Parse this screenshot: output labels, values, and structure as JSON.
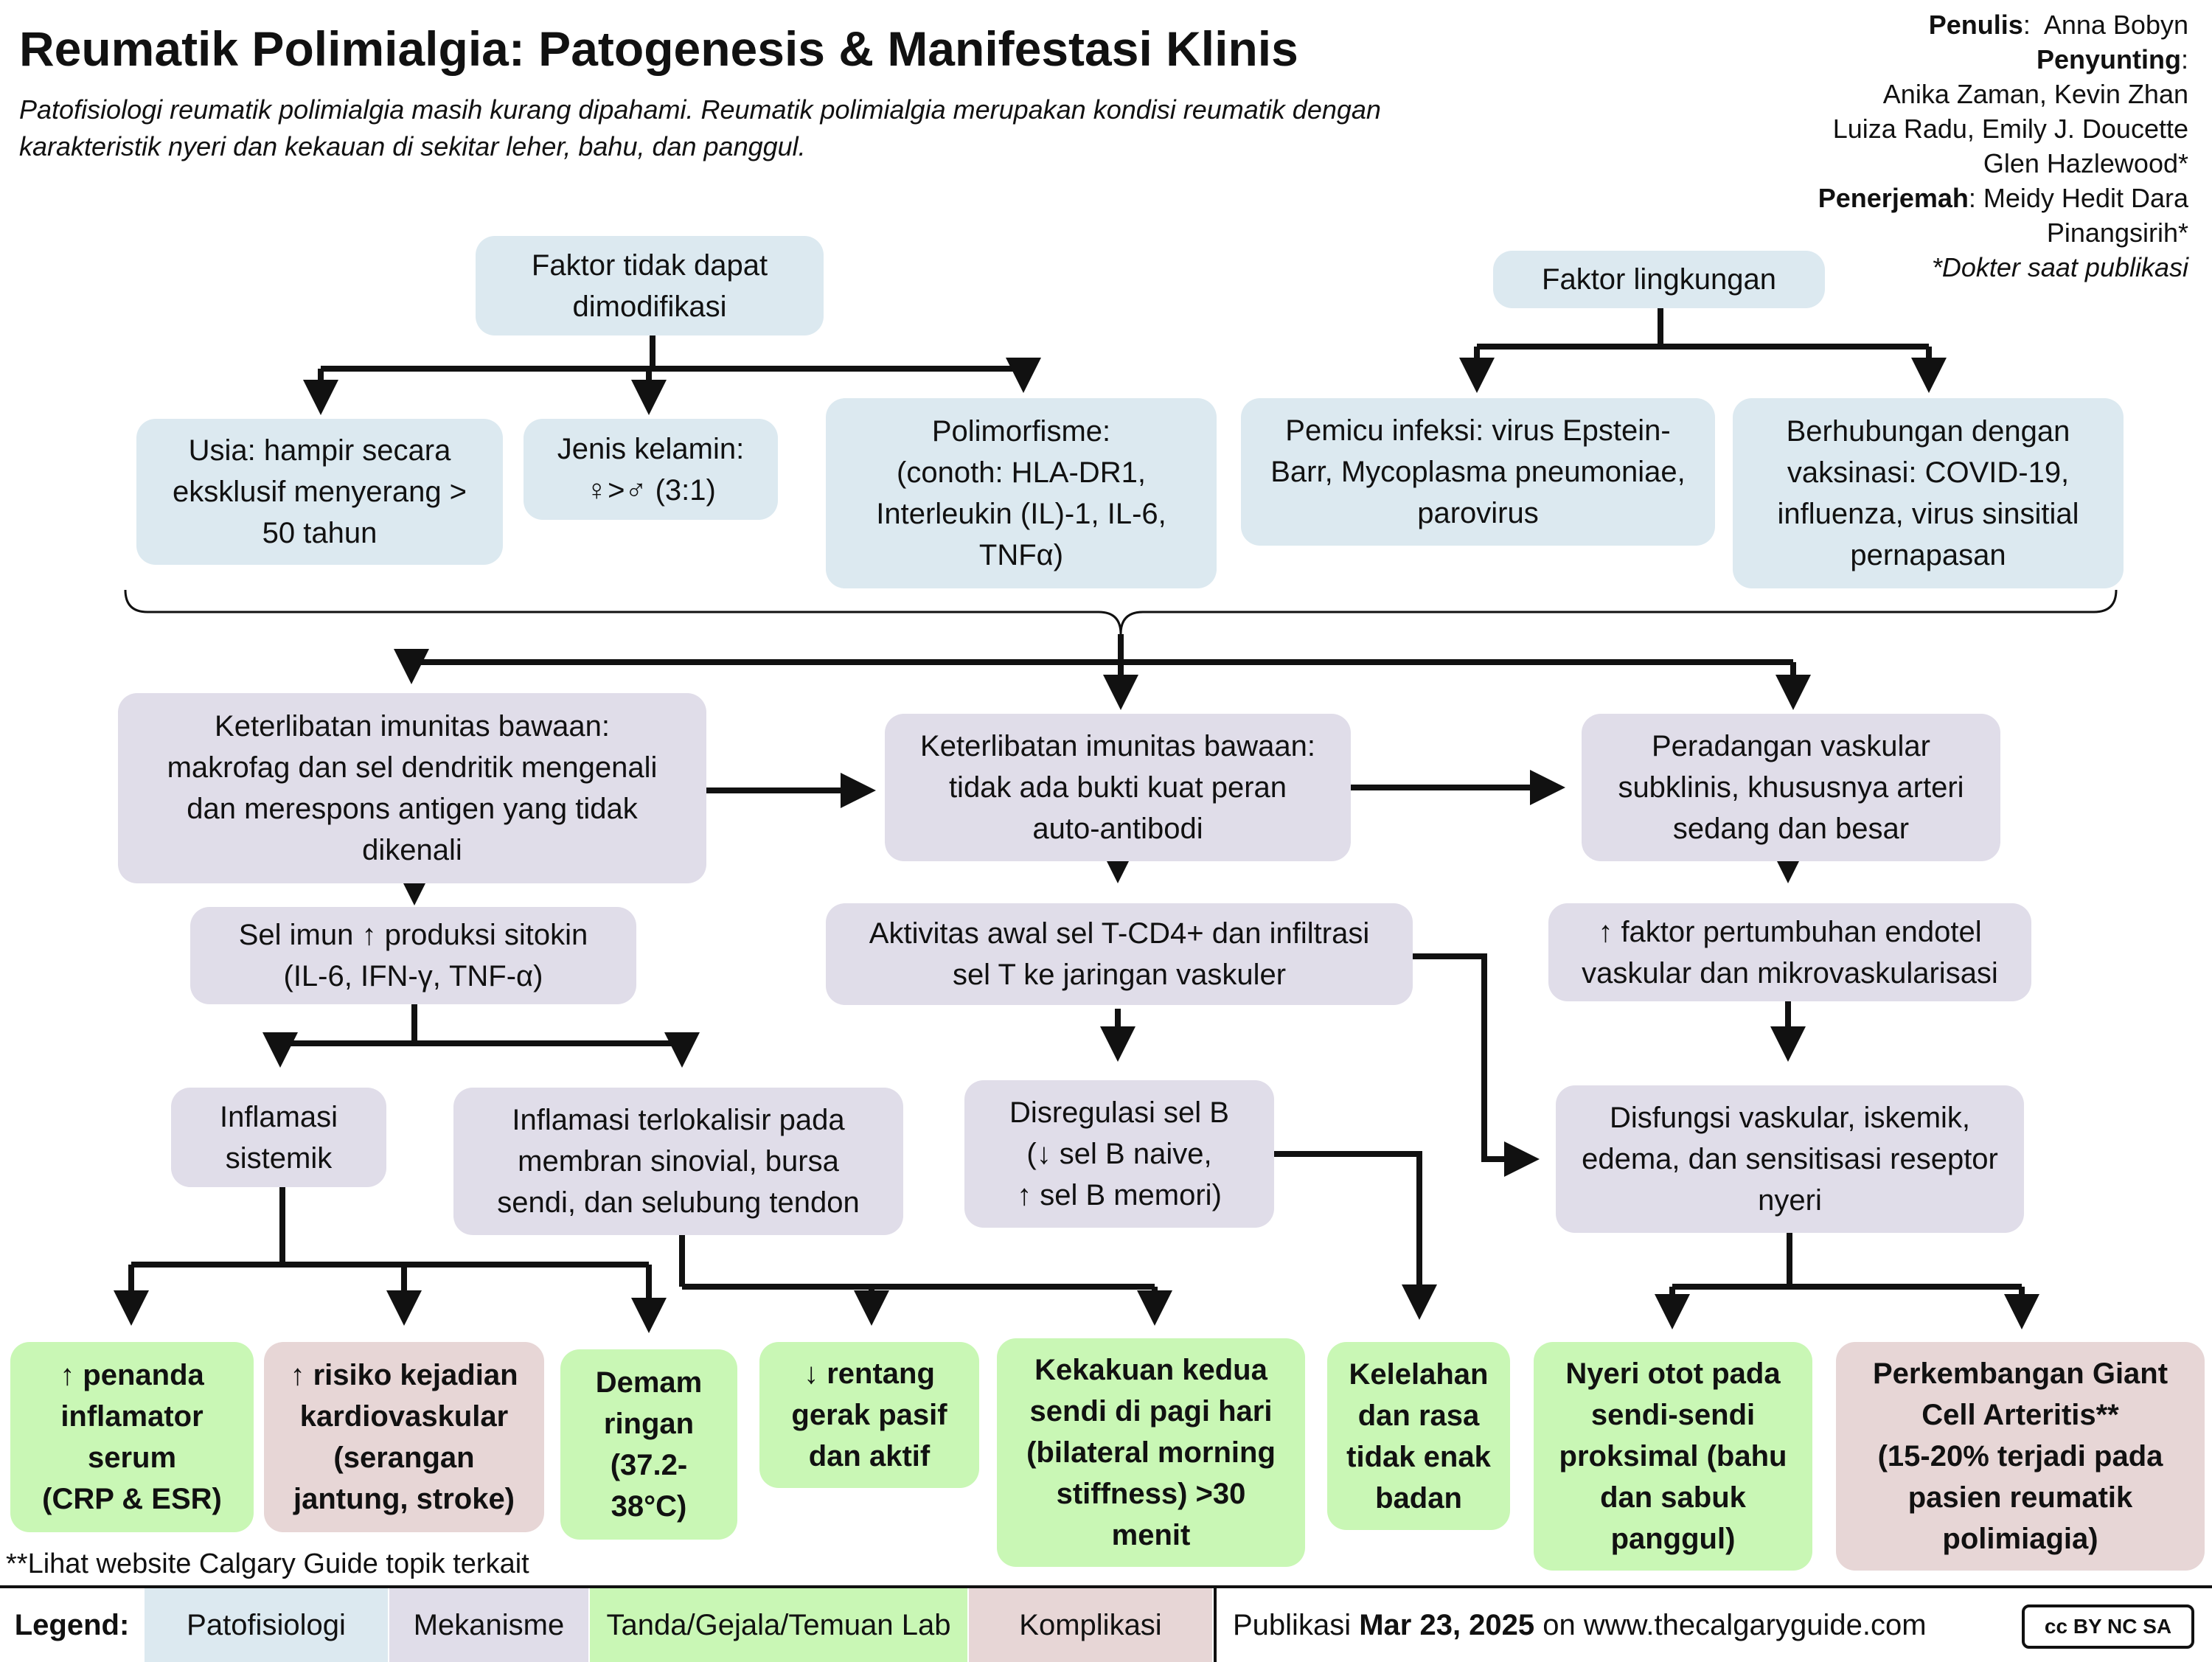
{
  "header": {
    "title": "Reumatik Polimialgia: Patogenesis & Manifestasi Klinis",
    "subtitle": "Patofisiologi reumatik polimialgia masih kurang dipahami. Reumatik polimialgia merupakan kondisi reumatik dengan karakteristik nyeri dan kekauan di sekitar leher, bahu, dan panggul."
  },
  "credits": {
    "author_label": "Penulis",
    "author": "Anna Bobyn",
    "editors_label": "Penyunting",
    "editors_line1": "Anika Zaman, Kevin Zhan",
    "editors_line2": "Luiza Radu, Emily J. Doucette",
    "editors_line3": "Glen Hazlewood*",
    "translator_label": "Penerjemah",
    "translator_line1": "Meidy Hedit Dara",
    "translator_line2": "Pinangsirih*",
    "note": "*Dokter saat publikasi"
  },
  "boxes": {
    "nonmod": "Faktor tidak dapat\ndimodifikasi",
    "env": "Faktor lingkungan",
    "age": "Usia: hampir secara\neksklusif menyerang >\n50 tahun",
    "sex": "Jenis kelamin:\n♀>♂ (3:1)",
    "poly": "Polimorfisme:\n(conoth: HLA-DR1,\nInterleukin (IL)-1, IL-6,\nTNFα)",
    "infect": "Pemicu infeksi: virus Epstein-\nBarr, Mycoplasma pneumoniae,\nparovirus",
    "vacc": "Berhubungan dengan\nvaksinasi: COVID-19,\ninfluenza, virus sinsitial\npernapasan",
    "innate1": "Keterlibatan imunitas bawaan:\nmakrofag dan sel dendritik mengenali\ndan merespons antigen yang tidak\ndikenali",
    "innate2": "Keterlibatan imunitas bawaan:\ntidak ada bukti kuat peran\nauto-antibodi",
    "vascinf": "Peradangan vaskular\nsubklinis, khususnya arteri\nsedang dan besar",
    "cytok": "Sel imun ↑ produksi sitokin\n(IL-6, IFN-γ, TNF-α)",
    "tcell": "Aktivitas awal sel T-CD4+ dan infiltrasi\nsel T ke jaringan vaskuler",
    "vegf": "↑ faktor pertumbuhan endotel\nvaskular dan mikrovaskularisasi",
    "sysinf": "Inflamasi\nsistemik",
    "locinf": "Inflamasi terlokalisir pada\nmembran sinovial, bursa\nsendi, dan selubung tendon",
    "bcell": "Disregulasi sel B\n(↓ sel B naive,\n↑ sel B memori)",
    "vasdys": "Disfungsi vaskular, iskemik,\nedema, dan sensitisasi reseptor\nnyeri",
    "markers": "↑ penanda\ninflamator\nserum\n(CRP & ESR)",
    "cvrisk": "↑ risiko kejadian\nkardiovaskular\n(serangan\njantung, stroke)",
    "fever": "Demam\nringan\n(37.2-\n38°C)",
    "rom": "↓ rentang\ngerak pasif\ndan aktif",
    "stiff": "Kekakuan kedua\nsendi di pagi hari\n(bilateral morning\nstiffness) >30\nmenit",
    "fatigue": "Kelelahan\ndan rasa\ntidak enak\nbadan",
    "pain": "Nyeri otot pada\nsendi-sendi\nproksimal (bahu\ndan sabuk\npanggul)",
    "gca": "Perkembangan Giant\nCell Arteritis**\n(15-20% terjadi pada\npasien reumatik\npolimiagia)"
  },
  "footnote": "**Lihat website Calgary Guide topik terkait",
  "legend": {
    "label": "Legend:",
    "patho": "Patofisiologi",
    "mech": "Mekanisme",
    "sign": "Tanda/Gejala/Temuan Lab",
    "comp": "Komplikasi"
  },
  "publication": {
    "prefix": "Publikasi",
    "date": "Mar 23, 2025",
    "suffix": "on www.thecalgaryguide.com"
  },
  "license": "cc BY NC SA",
  "colors": {
    "patofisiologi": "#dce9f0",
    "mekanisme": "#e0dde9",
    "tanda_gejala": "#c9f7b5",
    "komplikasi": "#e7d6d6"
  }
}
